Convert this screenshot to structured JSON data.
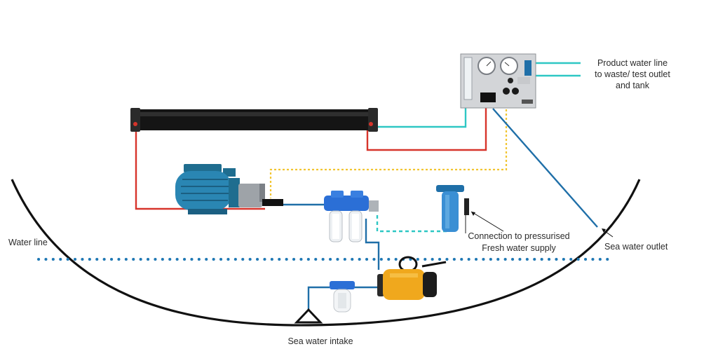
{
  "labels": {
    "product_line_1": "Product water line",
    "product_line_2": "to waste/ test outlet",
    "product_line_3": "and tank",
    "water_line": "Water line",
    "fresh_water_1": "Connection to pressurised",
    "fresh_water_2": "Fresh water supply",
    "sea_water_outlet": "Sea water outlet",
    "sea_water_intake": "Sea water intake"
  },
  "components": {
    "membrane": "ro-membrane-housing",
    "control_panel": "control-panel-with-gauges",
    "hp_pump": "high-pressure-pump-electric-motor",
    "prefilter": "twin-prefilter-housings",
    "fresh_filter": "fresh-water-flush-filter",
    "boost_pump": "boost-pump",
    "strainer": "sea-water-strainer",
    "intake": "through-hull-intake"
  },
  "colors": {
    "high_pressure": "#d7342b",
    "product_water": "#2ec7c4",
    "sea_water": "#1f6fa8",
    "fresh_water": "#f2c531",
    "water_line": "#1f78b4",
    "hull": "#111111"
  }
}
